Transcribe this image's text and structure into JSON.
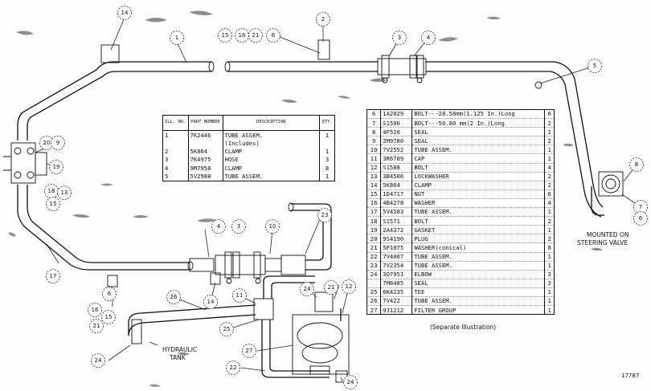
{
  "labels": {
    "steering_valve_line1": "MOUNTED ON",
    "steering_valve_line2": "STEERING VALVE",
    "hydraulic_tank_line1": "HYDRAULIC",
    "hydraulic_tank_line2": "TANK",
    "figure_number": "17787",
    "separate_illustration": "(Separate Illustration)"
  },
  "callouts": [
    "14",
    "2",
    "1",
    "15",
    "16",
    "21",
    "6",
    "3",
    "4",
    "5",
    "8",
    "7",
    "6",
    "20",
    "9",
    "19",
    "18",
    "13",
    "15",
    "17",
    "4",
    "3",
    "10",
    "23",
    "6",
    "14",
    "16",
    "15",
    "21",
    "26",
    "11",
    "24",
    "21",
    "12",
    "25",
    "27",
    "22",
    "24",
    "24"
  ],
  "inset_table": {
    "headers": {
      "no": "ILL. NO.",
      "part": "PART NUMBER",
      "desc": "DESCRIPTION",
      "qty": "QTY."
    },
    "rows": [
      {
        "no": "1",
        "part": "7K2446",
        "desc": "TUBE ASSEM.",
        "qty": "1"
      },
      {
        "no": "",
        "part": "",
        "desc": "(Includes)",
        "qty": ""
      },
      {
        "no": "2",
        "part": "5K864",
        "desc": "CLAMP",
        "qty": "1"
      },
      {
        "no": "3",
        "part": "7K4975",
        "desc": "HOSE",
        "qty": "3"
      },
      {
        "no": "4",
        "part": "9M7958",
        "desc": "CLAMP",
        "qty": "8"
      },
      {
        "no": "5",
        "part": "5V2988",
        "desc": "TUBE ASSEM.",
        "qty": "1"
      }
    ]
  },
  "main_table": {
    "rows": [
      {
        "no": "6",
        "part": "1A2029",
        "desc": "BOLT---28.58mm(1.125 In.)Long",
        "qty": "6"
      },
      {
        "no": "7",
        "part": "S1590",
        "desc": "BOLT---50.80 mm(2 In.)Long",
        "qty": "2"
      },
      {
        "no": "8",
        "part": "4F520",
        "desc": "SEAL",
        "qty": "1"
      },
      {
        "no": "9",
        "part": "2M9780",
        "desc": "SEAL",
        "qty": "2"
      },
      {
        "no": "10",
        "part": "7V2552",
        "desc": "TUBE ASSEM.",
        "qty": "1"
      },
      {
        "no": "11",
        "part": "3R6789",
        "desc": "CAP",
        "qty": "1"
      },
      {
        "no": "12",
        "part": "S1588",
        "desc": "BOLT",
        "qty": "4"
      },
      {
        "no": "13",
        "part": "3B4506",
        "desc": "LOCKWASHER",
        "qty": "2"
      },
      {
        "no": "14",
        "part": "5K864",
        "desc": "CLAMP",
        "qty": "2"
      },
      {
        "no": "15",
        "part": "1D4717",
        "desc": "NUT",
        "qty": "6"
      },
      {
        "no": "16",
        "part": "4B4278",
        "desc": "WASHER",
        "qty": "4"
      },
      {
        "no": "17",
        "part": "5V4583",
        "desc": "TUBE ASSEM.",
        "qty": "1"
      },
      {
        "no": "18",
        "part": "S1571",
        "desc": "BOLT",
        "qty": "2"
      },
      {
        "no": "19",
        "part": "2A4372",
        "desc": "GASKET",
        "qty": "1"
      },
      {
        "no": "20",
        "part": "9S4190",
        "desc": "PLUG",
        "qty": "2"
      },
      {
        "no": "21",
        "part": "5P1075",
        "desc": "WASHER(conical)",
        "qty": "8"
      },
      {
        "no": "22",
        "part": "7V4007",
        "desc": "TUBE ASSEM.",
        "qty": "1"
      },
      {
        "no": "23",
        "part": "7V2354",
        "desc": "TUBE ASSEM.",
        "qty": "1"
      },
      {
        "no": "24",
        "part": "3O7951",
        "desc": "ELBOW",
        "qty": "3"
      },
      {
        "no": "",
        "part": "7M8485",
        "desc": "SEAL",
        "qty": "3"
      },
      {
        "no": "25",
        "part": "6K4235",
        "desc": "TEE",
        "qty": "1"
      },
      {
        "no": "26",
        "part": "7V422",
        "desc": "TUBE ASSEM.",
        "qty": "1"
      },
      {
        "no": "27",
        "part": "9J1212",
        "desc": "FILTER GROUP",
        "qty": "1"
      }
    ]
  }
}
